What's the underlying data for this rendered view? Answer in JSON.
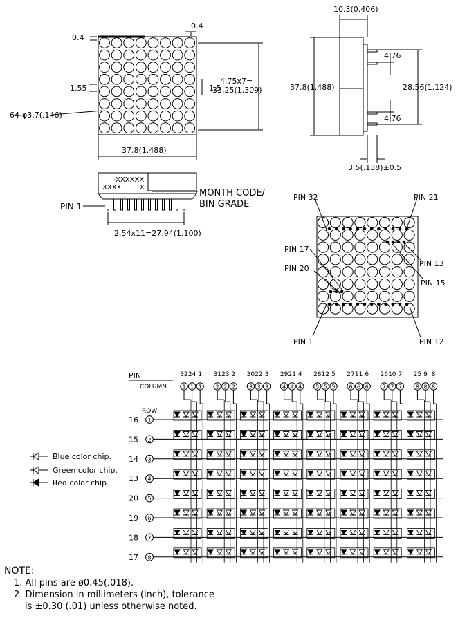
{
  "front_view": {
    "top_margin": "0.4",
    "top_right_margin": "0.4",
    "pitch_left": "1.55",
    "pitch_right": "1.5",
    "dot_spec": "64-φ3.7(.146)",
    "width": "37.8(1.488)",
    "span_line1": "4.75x7=",
    "span_line2": "33.25(1.309)"
  },
  "side_view": {
    "depth": "10.3(0.406)",
    "height": "37.8(1.488)",
    "pin_gap_top": "4.76",
    "pin_gap_bottom": "4.76",
    "pin_row_span": "28.56(1.124)",
    "pin_length": "3.5(.138)±0.5"
  },
  "bottom_view": {
    "part_code": "-XXXXXX",
    "left_code": "XXXX",
    "right_code": "X",
    "month_code_line1": "MONTH CODE/",
    "month_code_line2": "BIN GRADE",
    "pin1": "PIN 1",
    "pin_pitch": "2.54x11=27.94(1.100)"
  },
  "pin_view": {
    "labels": [
      "PIN 32",
      "PIN 21",
      "PIN 17",
      "PIN 13",
      "PIN 20",
      "PIN 15",
      "PIN 1",
      "PIN 12"
    ]
  },
  "schematic": {
    "pin_label": "PIN",
    "column_label": "COLUMN",
    "row_label": "ROW",
    "pin_numbers": [
      "32",
      "24",
      "1",
      "31",
      "23",
      "2",
      "30",
      "22",
      "3",
      "29",
      "21",
      "4",
      "28",
      "12",
      "5",
      "27",
      "11",
      "6",
      "26",
      "10",
      "7",
      "25",
      "9",
      "8"
    ],
    "column_numbers": [
      "1",
      "1",
      "1",
      "2",
      "2",
      "2",
      "3",
      "3",
      "3",
      "4",
      "4",
      "4",
      "5",
      "5",
      "5",
      "6",
      "6",
      "6",
      "7",
      "7",
      "7",
      "8",
      "8",
      "8"
    ],
    "row_pins": [
      "16",
      "15",
      "14",
      "13",
      "20",
      "19",
      "18",
      "17"
    ],
    "row_numbers": [
      "1",
      "2",
      "3",
      "4",
      "5",
      "6",
      "7",
      "8"
    ]
  },
  "legend": [
    {
      "label": "Blue color chip.",
      "icon": "outline-diode"
    },
    {
      "label": "Green color chip.",
      "icon": "outline-diode"
    },
    {
      "label": "Red color chip.",
      "icon": "filled-diode"
    }
  ],
  "notes": {
    "title": "NOTE:",
    "items": [
      "1. All pins are ø0.45(.018).",
      "2. Dimension in millimeters (inch), tolerance"
    ],
    "continuation": "is ±0.30 (.01) unless otherwise noted."
  }
}
